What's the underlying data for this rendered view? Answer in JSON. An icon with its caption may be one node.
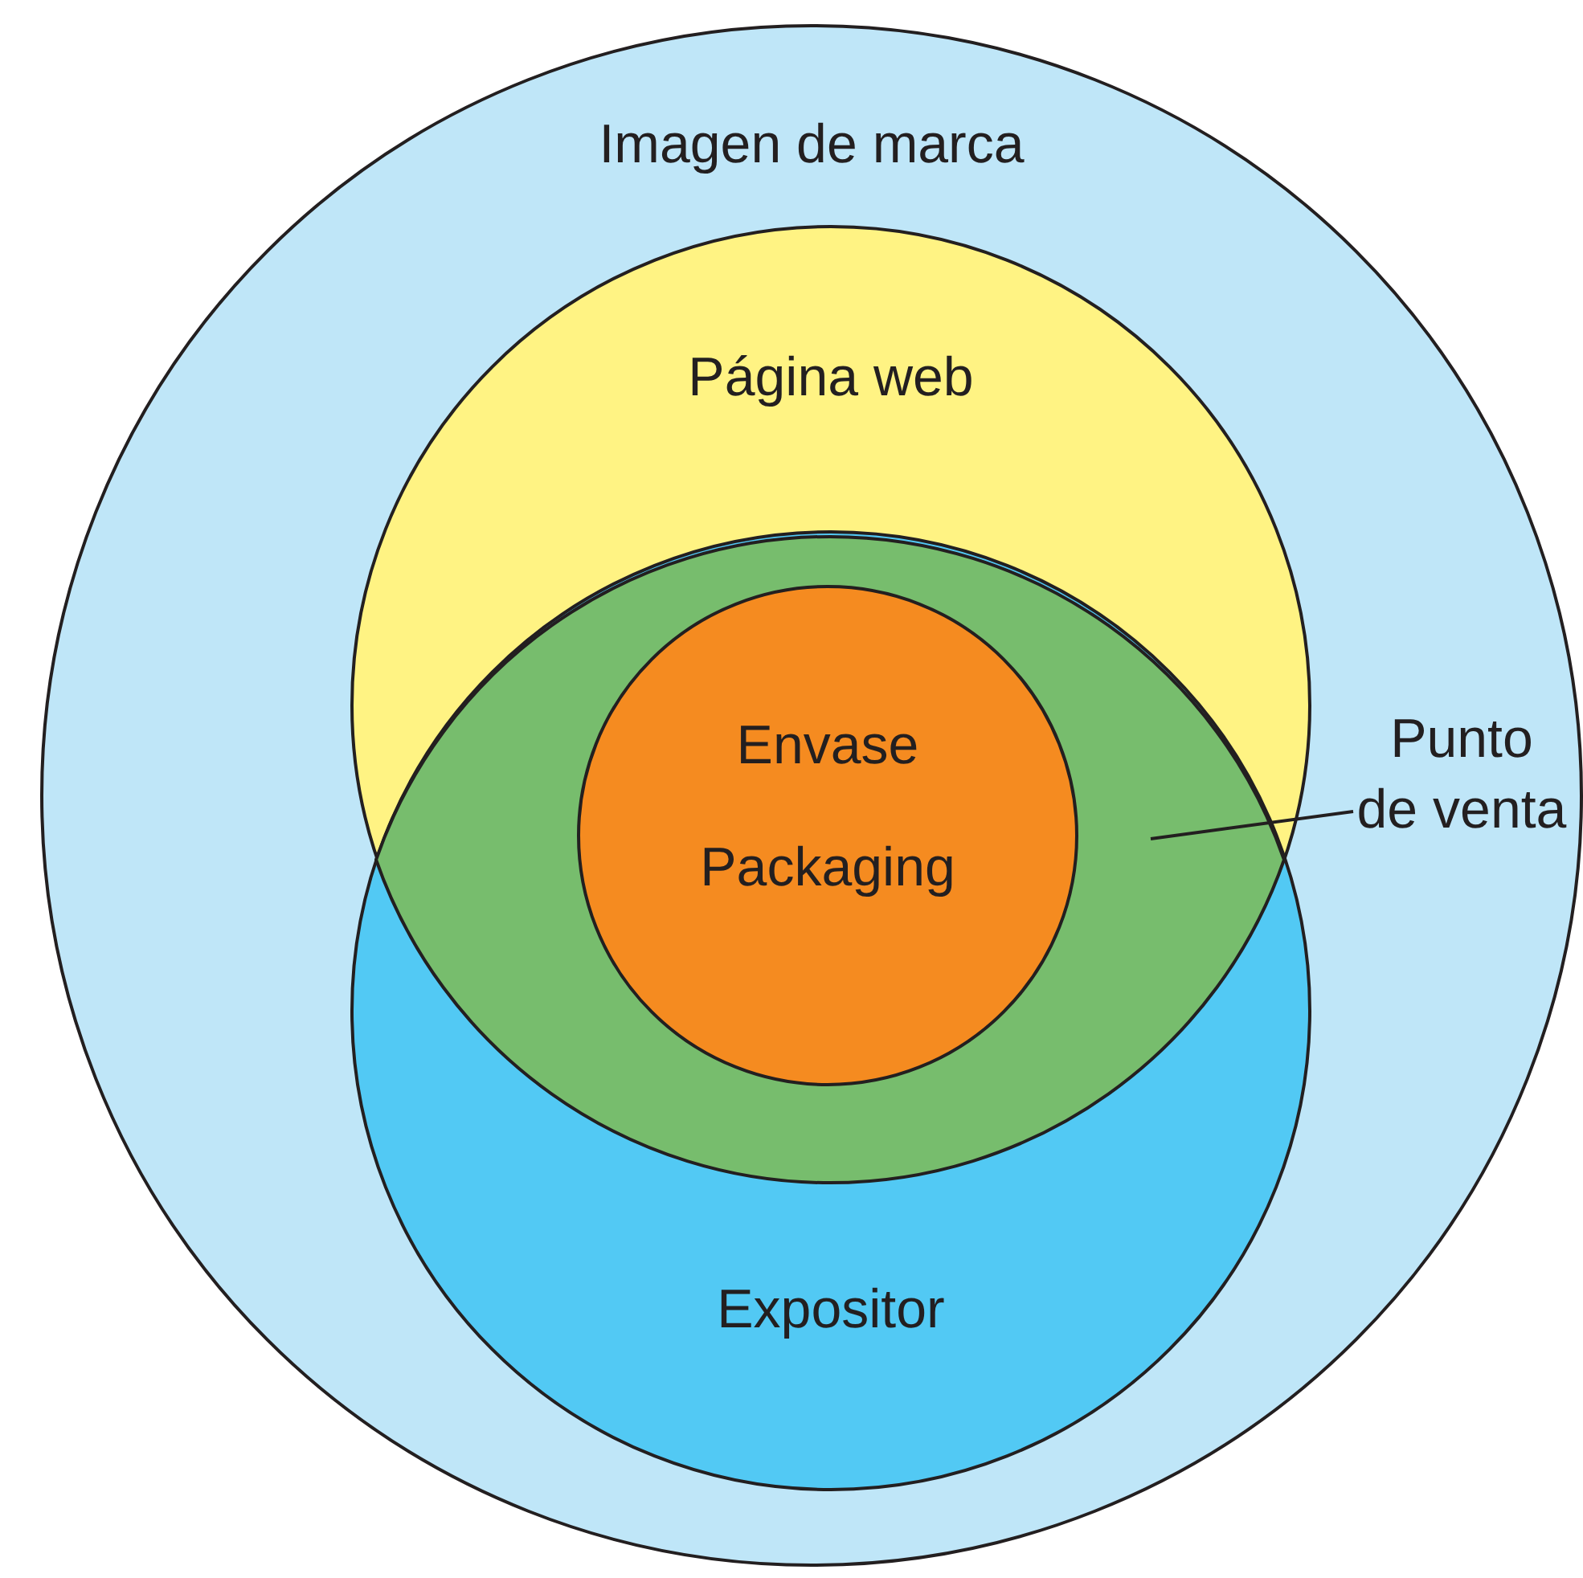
{
  "diagram": {
    "nodes": [
      {
        "text": [
          "Imagen de marca"
        ]
      },
      {
        "text": [
          "Página web"
        ],
        "in": 0
      },
      {
        "text": [
          "Expositor"
        ],
        "in": 0
      },
      {
        "text": [],
        "shape": "lens"
      },
      {
        "text": [
          "Envase",
          "Packaging"
        ],
        "in": 3
      },
      {
        "text": [
          "Punto de venta"
        ],
        "in": 0
      }
    ],
    "edges": [
      {
        "from": 5,
        "to": 3,
        "arrow": "none"
      }
    ]
  }
}
